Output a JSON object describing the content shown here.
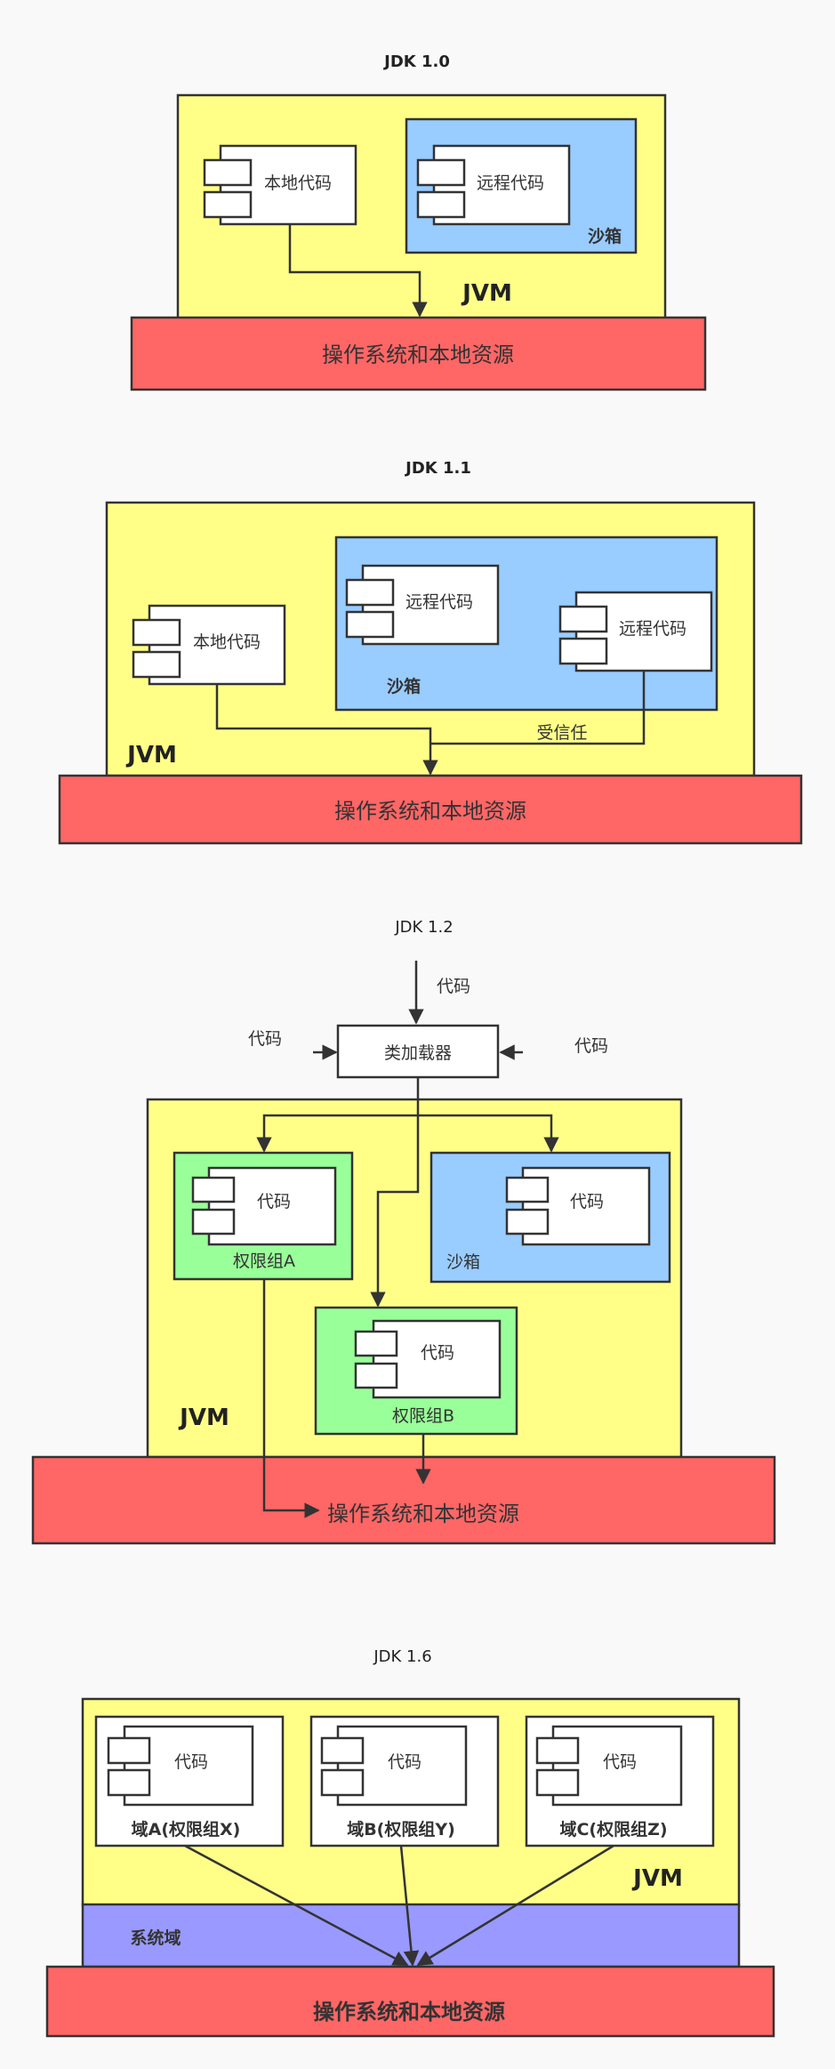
{
  "colors": {
    "jvm": "#ffff88",
    "sandbox": "#99ccff",
    "os": "#ff6666",
    "permission_group": "#99ff99",
    "system_domain": "#9999ff",
    "component": "#ffffff",
    "line": "#333333"
  },
  "jdk10": {
    "title": "JDK 1.0",
    "local_code": "本地代码",
    "remote_code": "远程代码",
    "sandbox": "沙箱",
    "jvm": "JVM",
    "os": "操作系统和本地资源"
  },
  "jdk11": {
    "title": "JDK 1.1",
    "local_code": "本地代码",
    "remote_code_1": "远程代码",
    "remote_code_2": "远程代码",
    "sandbox": "沙箱",
    "trusted": "受信任",
    "jvm": "JVM",
    "os": "操作系统和本地资源"
  },
  "jdk12": {
    "title": "JDK 1.2",
    "code_top": "代码",
    "code_left": "代码",
    "code_right": "代码",
    "classloader": "类加载器",
    "group_a_code": "代码",
    "group_a": "权限组A",
    "sandbox_code": "代码",
    "sandbox": "沙箱",
    "group_b_code": "代码",
    "group_b": "权限组B",
    "jvm": "JVM",
    "os": "操作系统和本地资源"
  },
  "jdk16": {
    "title": "JDK 1.6",
    "domains": [
      {
        "code": "代码",
        "label": "域A(权限组X)"
      },
      {
        "code": "代码",
        "label": "域B(权限组Y)"
      },
      {
        "code": "代码",
        "label": "域C(权限组Z)"
      }
    ],
    "jvm": "JVM",
    "system_domain": "系统域",
    "os": "操作系统和本地资源"
  }
}
